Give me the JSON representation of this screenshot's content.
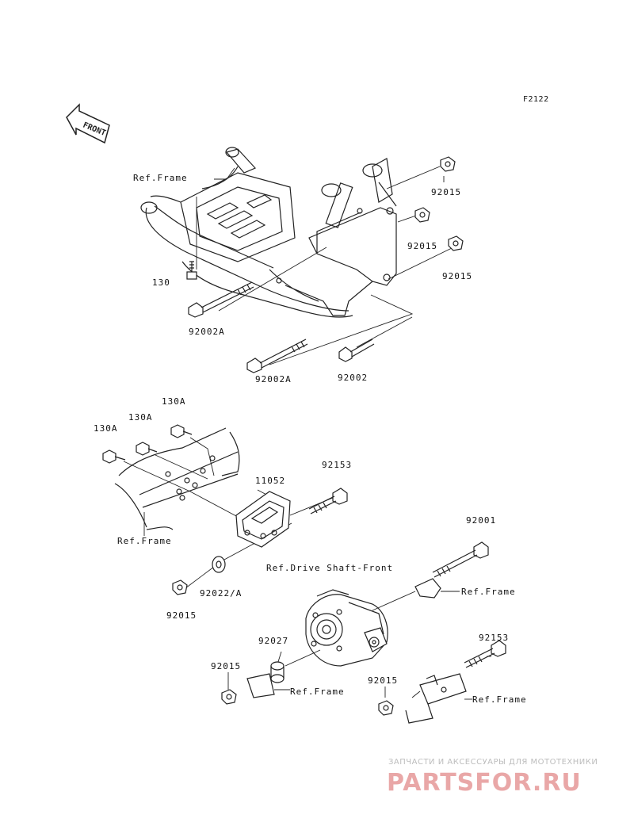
{
  "diagram_id": "F2122",
  "front_label": "FRONT",
  "labels": {
    "ref_frame_top": "Ref.Frame",
    "p130": "130",
    "p92002a_1": "92002A",
    "p92002a_2": "92002A",
    "p92002": "92002",
    "p92015_a": "92015",
    "p92015_b": "92015",
    "p92015_c": "92015",
    "p130a_1": "130A",
    "p130a_2": "130A",
    "p130a_3": "130A",
    "p92153_top": "92153",
    "p11052": "11052",
    "ref_frame_mid": "Ref.Frame",
    "p92001": "92001",
    "ref_drive_shaft": "Ref.Drive Shaft-Front",
    "ref_frame_right1": "Ref.Frame",
    "p92022a": "92022/A",
    "p92015_d": "92015",
    "p92027": "92027",
    "p92153_right": "92153",
    "p92015_e": "92015",
    "ref_frame_low": "Ref.Frame",
    "p92015_f": "92015",
    "ref_frame_right2": "Ref.Frame"
  },
  "watermark": {
    "tagline": "ЗАПЧАСТИ И АКСЕССУАРЫ ДЛЯ МОТОТЕХНИКИ",
    "brand": "PARTSFOR.RU"
  }
}
